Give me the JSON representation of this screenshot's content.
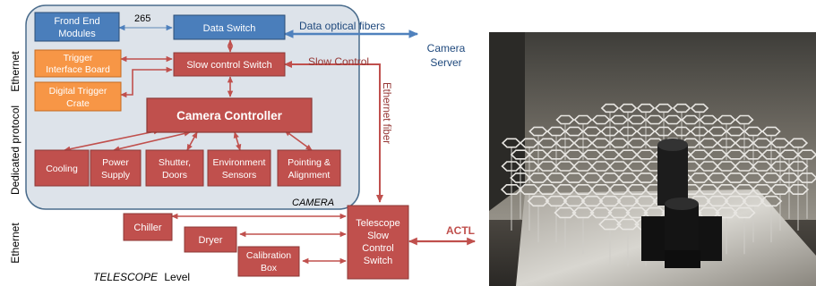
{
  "side_labels": {
    "ethernet_top": "Ethernet",
    "dedicated_protocol": "Dedicated protocol",
    "ethernet_bottom": "Ethernet"
  },
  "camera": {
    "label": "CAMERA",
    "frontend_modules": [
      "Frond End",
      "Modules"
    ],
    "link_count": "265",
    "data_switch": "Data Switch",
    "trigger_interface_board": [
      "Trigger",
      "Interface Board"
    ],
    "digital_trigger_crate": [
      "Digital Trigger",
      "Crate"
    ],
    "slow_control_switch": "Slow control Switch",
    "camera_controller": "Camera Controller",
    "subsystems": [
      {
        "key": "cooling",
        "lines": [
          "Cooling"
        ]
      },
      {
        "key": "power-supply",
        "lines": [
          "Power",
          "Supply"
        ]
      },
      {
        "key": "shutter-doors",
        "lines": [
          "Shutter,",
          "Doors"
        ]
      },
      {
        "key": "environment-sensors",
        "lines": [
          "Environment",
          "Sensors"
        ]
      },
      {
        "key": "pointing-alignment",
        "lines": [
          "Pointing &",
          "Alignment"
        ]
      }
    ]
  },
  "external": {
    "data_optical_fibers": "Data optical fibers",
    "camera_server": [
      "Camera",
      "Server"
    ],
    "slow_control": "Slow Control",
    "ethernet_fiber": "Ethernet fiber"
  },
  "telescope": {
    "level_label": "TELESCOPE",
    "level_word": "Level",
    "chiller": "Chiller",
    "dryer": "Dryer",
    "calibration_box": [
      "Calibration",
      "Box"
    ],
    "tsc_switch": [
      "Telescope",
      "Slow",
      "Control",
      "Switch"
    ],
    "actl": "ACTL"
  },
  "colors": {
    "blue_box": "#4a7ebb",
    "orange_box": "#f79646",
    "red_box": "#c0504d",
    "red_border": "#8c3836",
    "arrow_red": "#c0504d",
    "arrow_blue": "#4f81bd",
    "camera_fill": "#dde3ea",
    "text_blue": "#1f497d",
    "text_red": "#953735"
  }
}
